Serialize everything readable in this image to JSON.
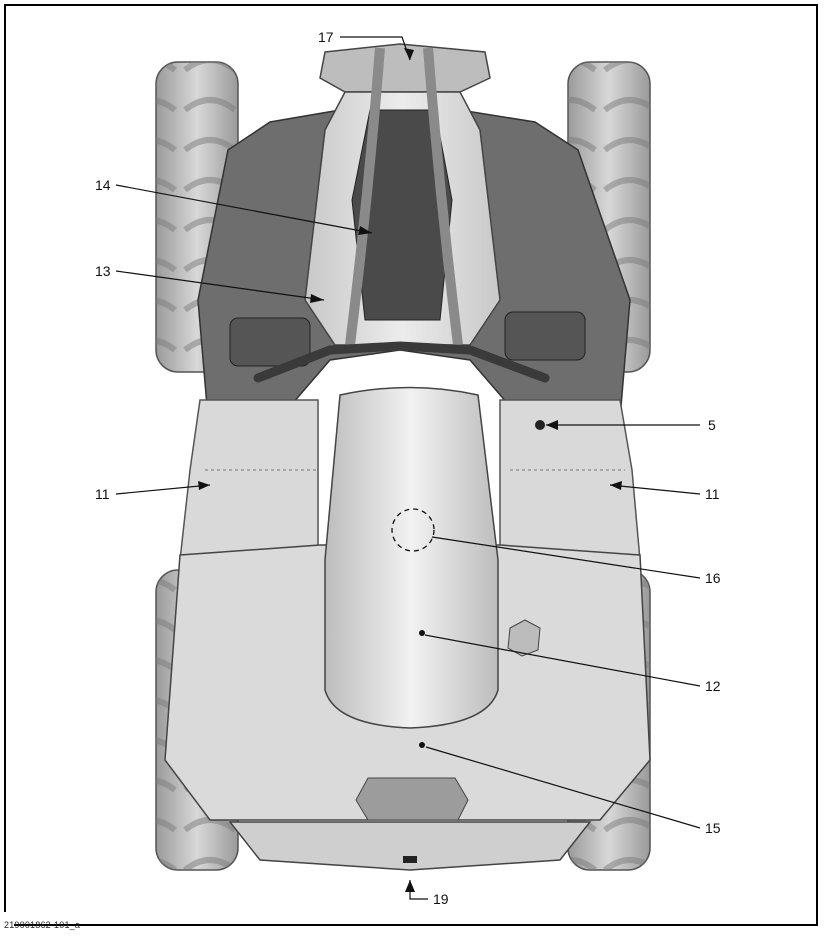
{
  "figure_id": "219001862-101_a",
  "callouts": {
    "c17": "17",
    "c14": "14",
    "c13": "13",
    "c5": "5",
    "c11_left": "11",
    "c11_right": "11",
    "c16": "16",
    "c12": "12",
    "c15": "15",
    "c19": "19"
  }
}
